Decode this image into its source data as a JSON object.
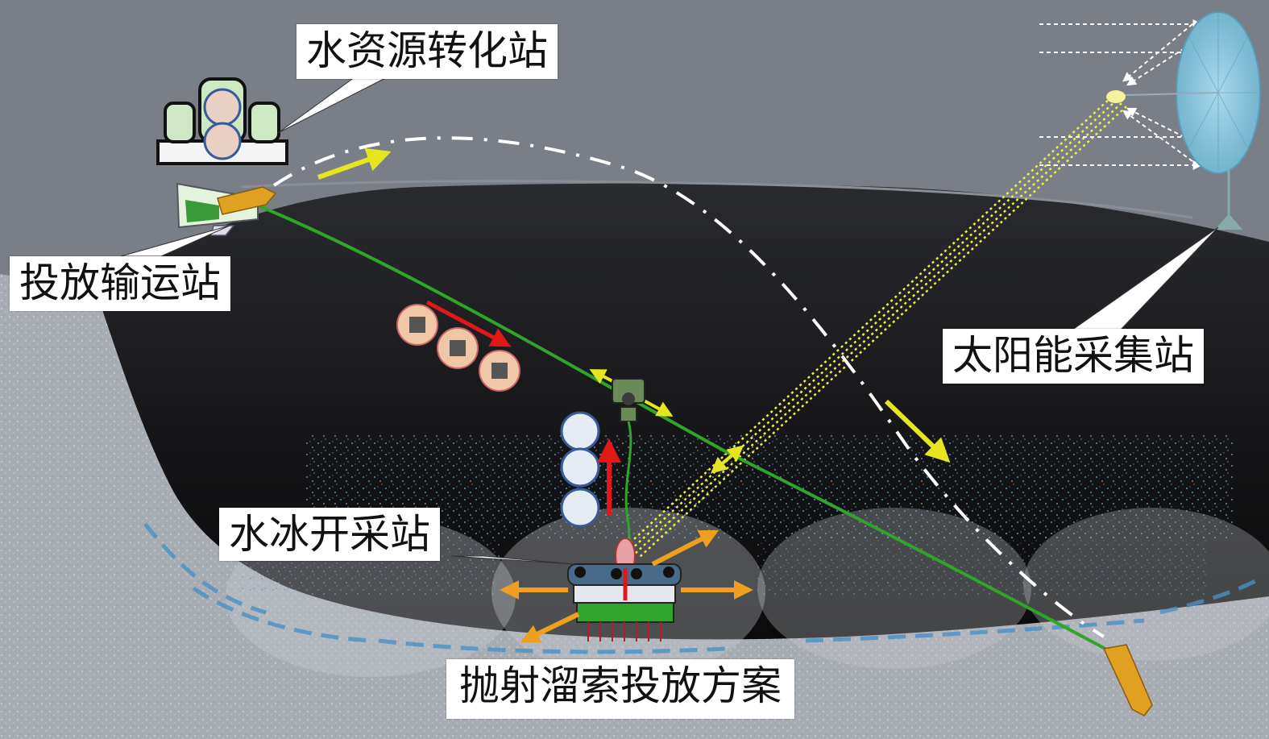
{
  "labels": {
    "water_station": "水资源转化站",
    "launch_station": "投放输运站",
    "solar_station": "太阳能采集站",
    "ice_mining_station": "水冰开采站",
    "scheme_title": "抛射溜索投放方案"
  },
  "colors": {
    "sky": "#7a7e86",
    "crater_dark": "#151517",
    "ground": "#a7acb3",
    "cable": "#2fa52a",
    "trajectory": "#ffffff",
    "solar_beam": "#f2ef4a",
    "sunlight_arrows": "#ffffff",
    "payload_arrow": "#e01818",
    "direction_arrows": "#e6e620",
    "expansion_arrows": "#f0a020",
    "mirror": "#8cc6dd",
    "projectile": "#e0a020"
  },
  "icons": {
    "water_station": "water-conversion-station-icon",
    "launcher": "launcher-icon",
    "solar_collector": "solar-collector-dish-icon",
    "mining_rover": "ice-mining-rover-icon",
    "payload_pods": "ice-payload-pod-icon",
    "cable_trolley": "cable-trolley-icon",
    "projectile": "projectile-icon"
  }
}
